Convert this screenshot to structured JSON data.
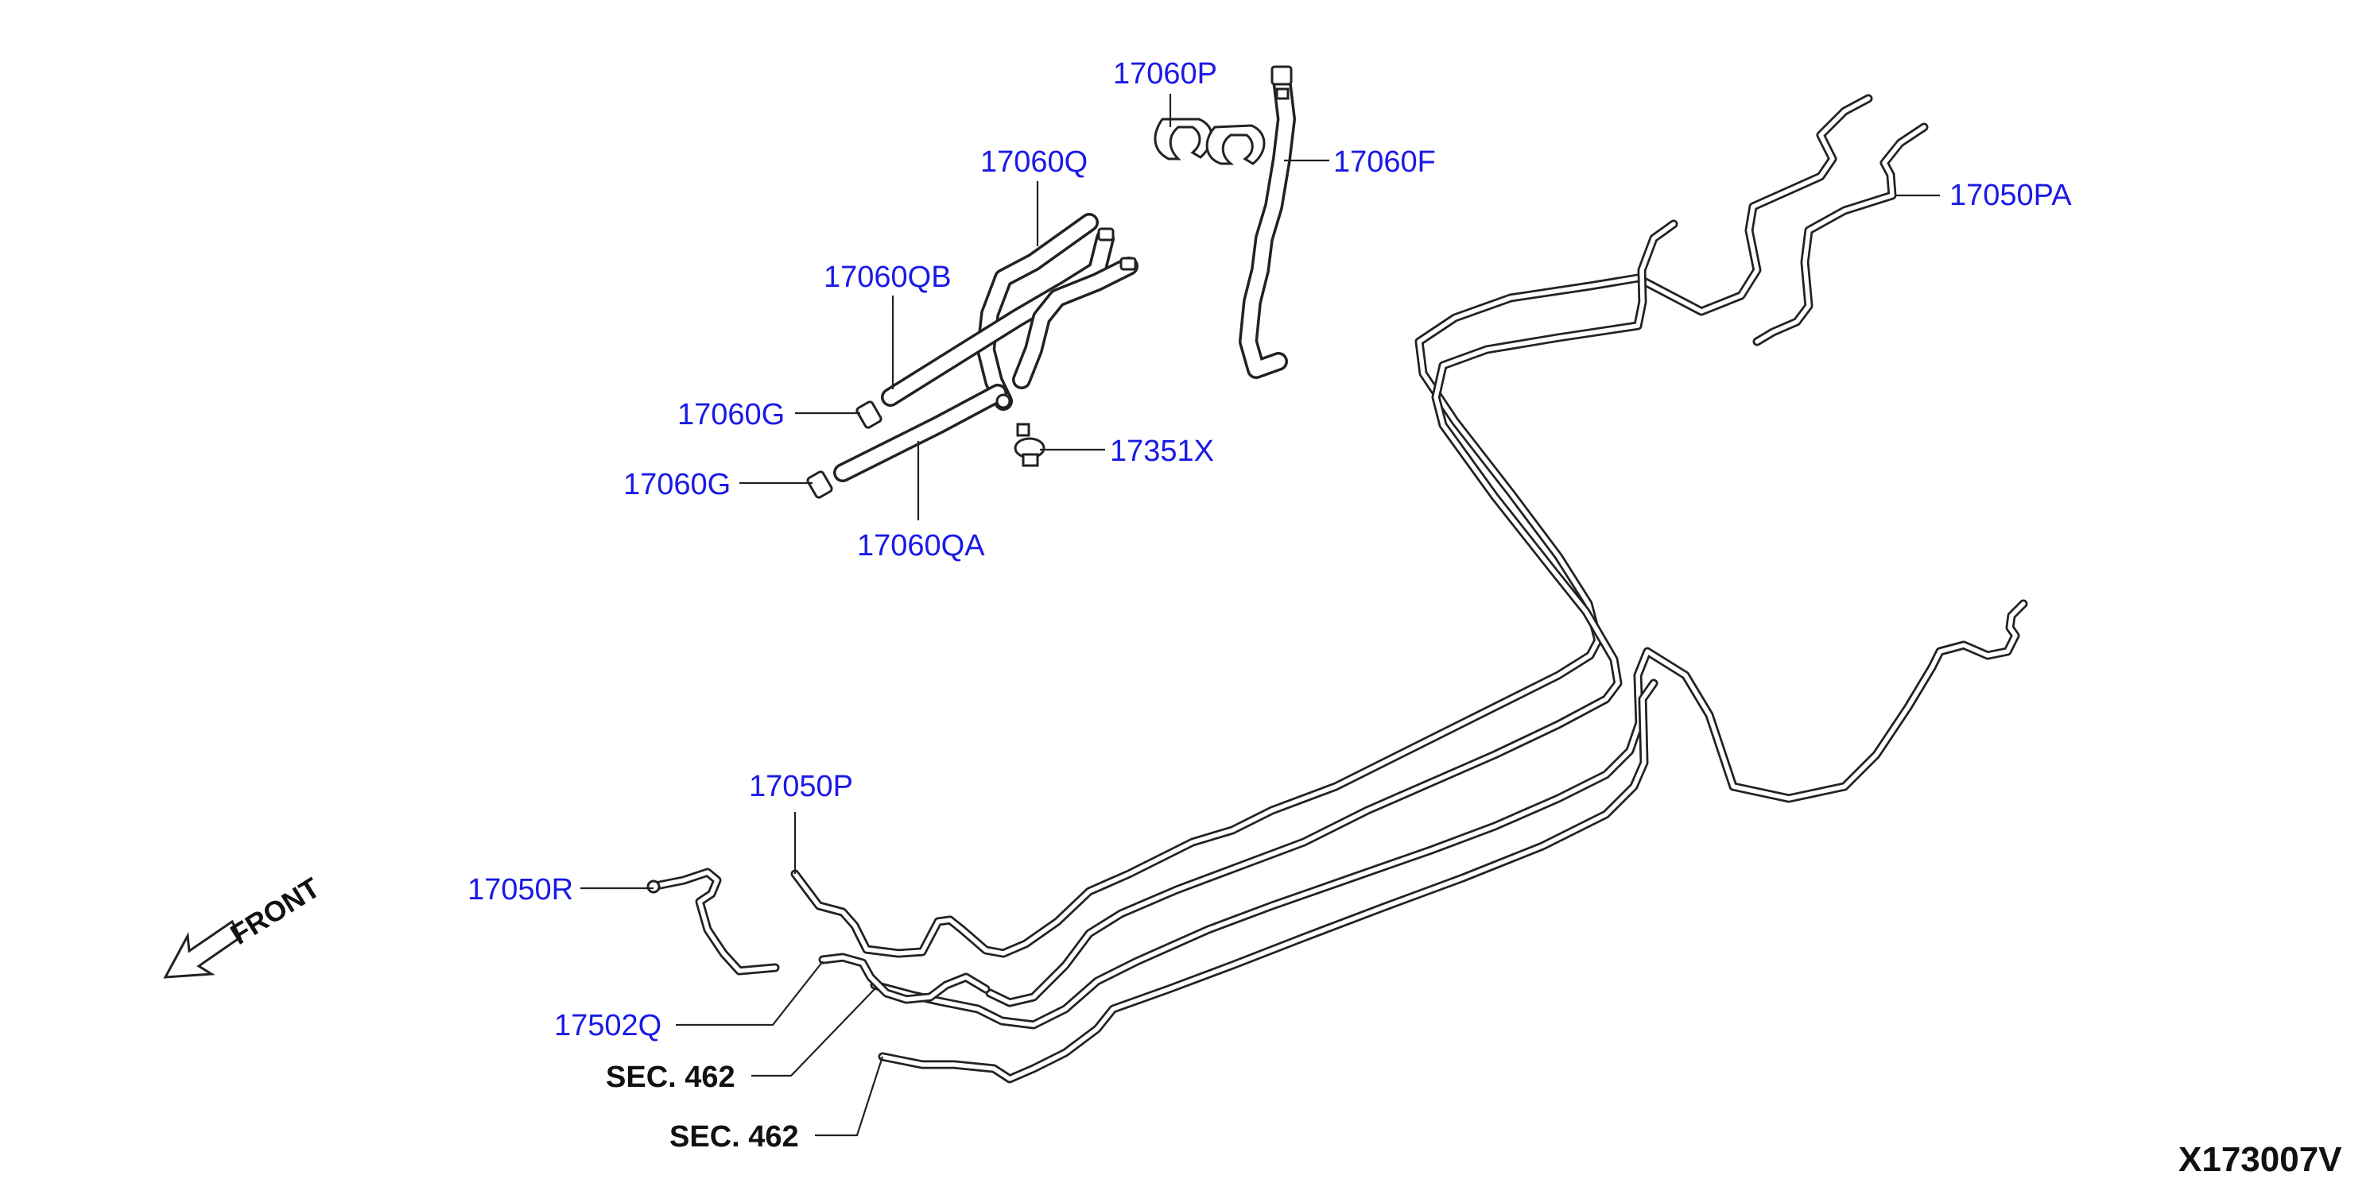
{
  "labels": {
    "p17060P": "17060P",
    "p17060Q": "17060Q",
    "p17060F": "17060F",
    "p17050PA": "17050PA",
    "p17060QB": "17060QB",
    "p17060G_a": "17060G",
    "p17351X": "17351X",
    "p17060G_b": "17060G",
    "p17060QA": "17060QA",
    "p17050P": "17050P",
    "p17050R": "17050R",
    "p17502Q": "17502Q",
    "sec462_a": "SEC. 462",
    "sec462_b": "SEC. 462"
  },
  "front_marker": "FRONT",
  "diagram_id": "X173007V",
  "colors": {
    "part_label": "#1a1ae6",
    "section_label": "#111111",
    "line": "#222222"
  }
}
